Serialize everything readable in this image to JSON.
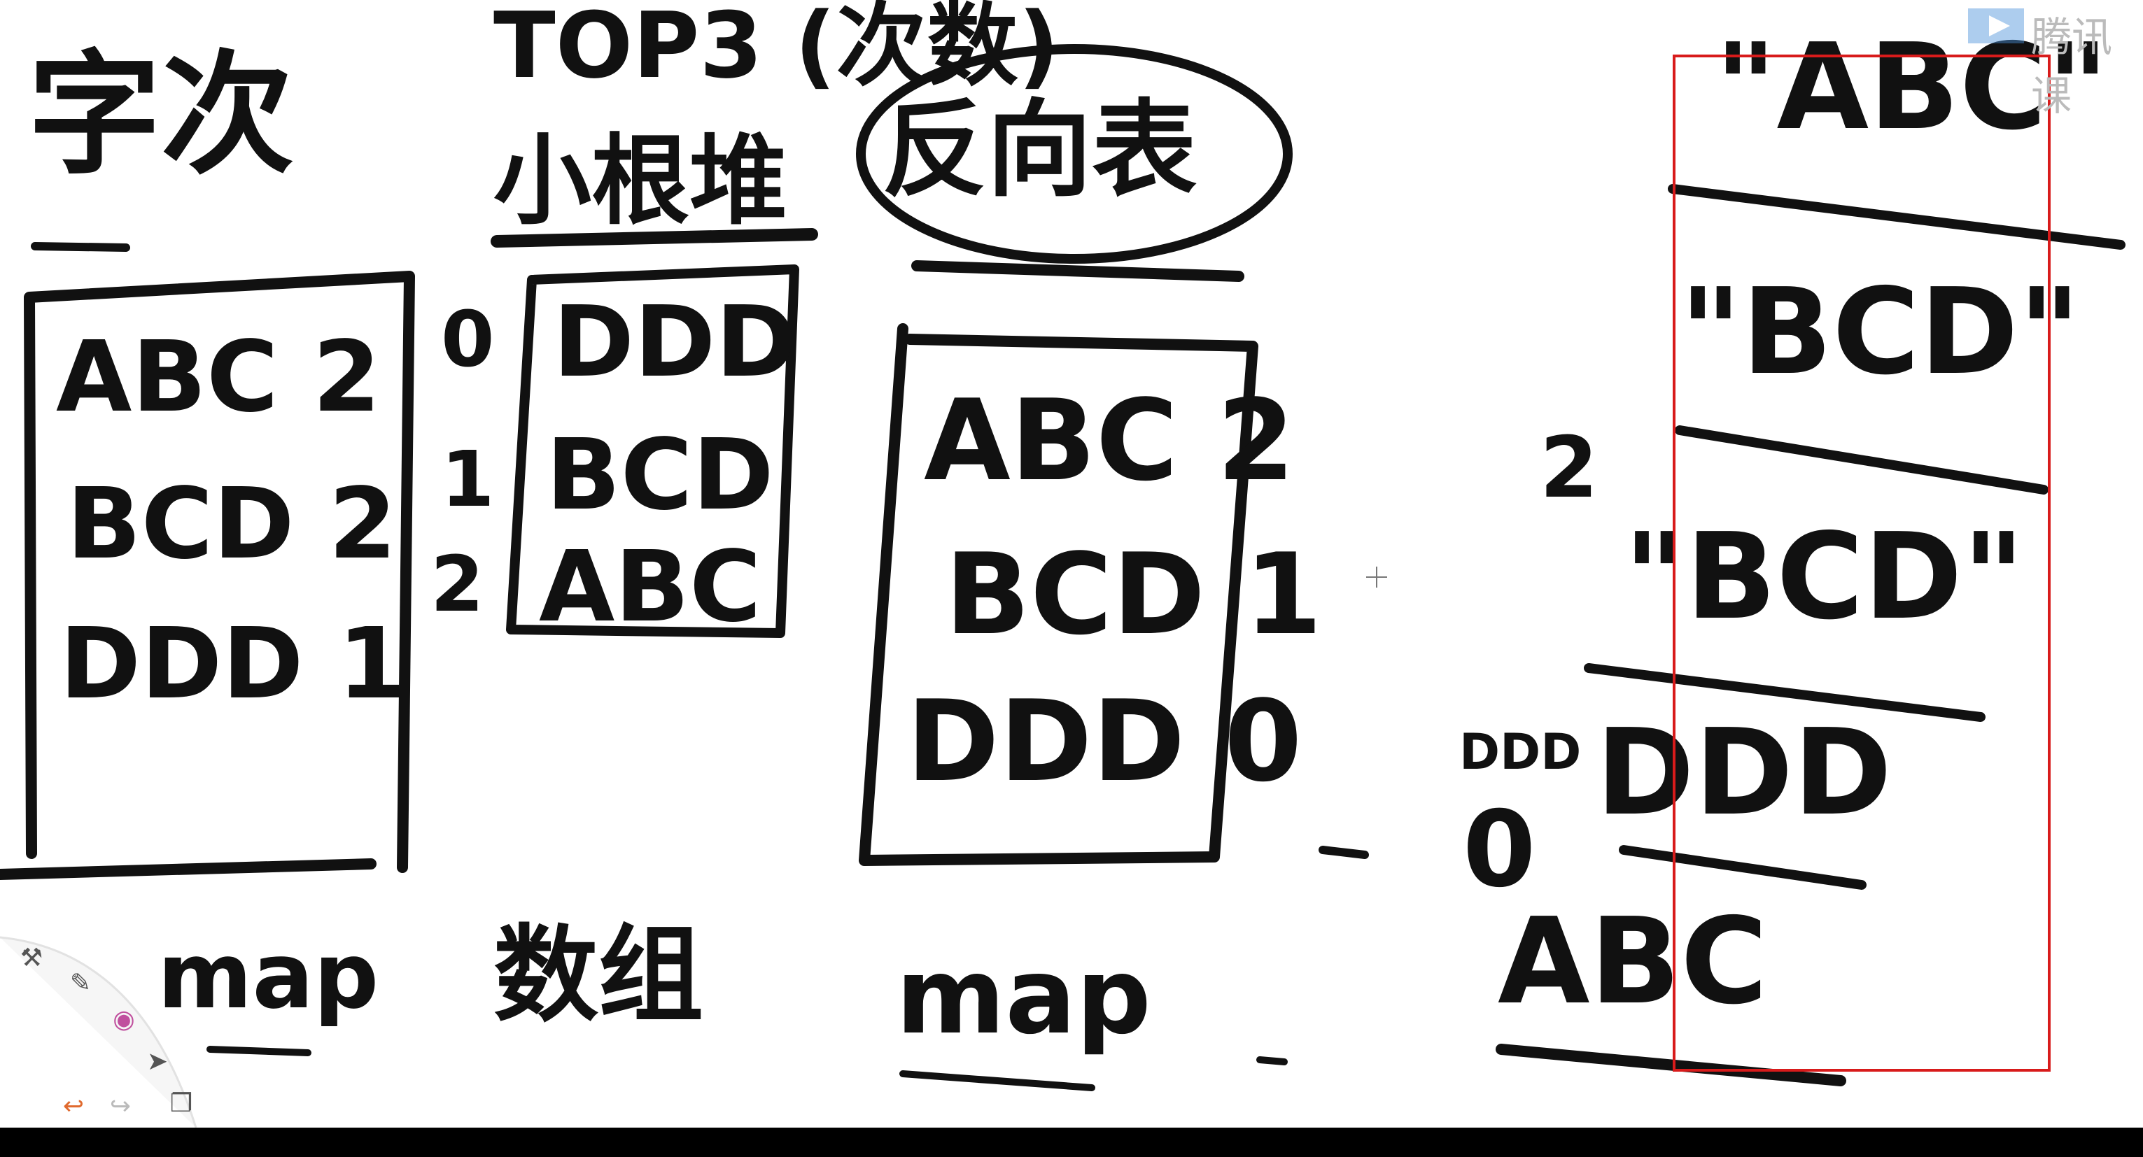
{
  "board": {
    "col1": {
      "heading": "字次",
      "rows": [
        "ABC 2",
        "BCD 2",
        "DDD 1"
      ],
      "footer": "map"
    },
    "col2": {
      "top_note": "TOP3 (次数)",
      "heading": "小根堆",
      "indices": [
        "0",
        "1",
        "2"
      ],
      "rows": [
        "DDD",
        "BCD",
        "ABC"
      ],
      "footer": "数组"
    },
    "col3": {
      "heading": "反向表",
      "rows": [
        "ABC 2",
        "BCD 1",
        "DDD 0"
      ],
      "footer": "map"
    },
    "col4": {
      "items": [
        "\"ABC\"",
        "\"BCD\"",
        "\"BCD\"",
        "DDD",
        "ABC"
      ],
      "markers": [
        "2",
        "0"
      ],
      "small_note": "DDD"
    }
  },
  "logo": {
    "text": "腾讯课",
    "icon": "play-icon"
  },
  "toolbar": {
    "tools": [
      {
        "name": "hammer-icon",
        "glyph": "⚒"
      },
      {
        "name": "pen-icon",
        "glyph": "✎"
      },
      {
        "name": "color-wheel-icon",
        "glyph": "◉"
      },
      {
        "name": "pointer-icon",
        "glyph": "➤"
      },
      {
        "name": "undo-icon",
        "glyph": "↩"
      },
      {
        "name": "redo-icon",
        "glyph": "↪"
      },
      {
        "name": "copy-icon",
        "glyph": "❐"
      }
    ]
  },
  "colors": {
    "highlight_box": "#d81b1b",
    "ink": "#111111",
    "background": "#ffffff"
  }
}
